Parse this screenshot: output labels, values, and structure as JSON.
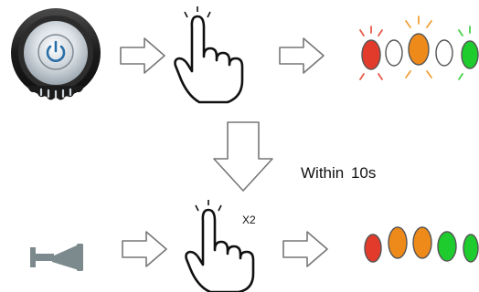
{
  "steps": [
    {
      "row": "top",
      "source_icon": "power-button-icon",
      "gesture_icon": "pointing-hand-icon",
      "gesture_count_text": "",
      "result_icon": "led-indicator-row-icon",
      "led_sequence": [
        "red-lit",
        "off",
        "orange-lit",
        "off",
        "green-lit"
      ]
    },
    {
      "row": "bottom",
      "source_icon": "horn-icon",
      "gesture_icon": "pointing-hand-icon",
      "gesture_count_text": "X2",
      "result_icon": "led-indicator-row-icon",
      "led_sequence": [
        "red",
        "orange",
        "orange",
        "green",
        "green"
      ]
    }
  ],
  "transition": {
    "arrow_icon": "down-arrow-icon",
    "label": "Within  10s"
  },
  "step_arrow_icon": "right-arrow-icon",
  "colors": {
    "led_red": "#e23b2b",
    "led_orange": "#ee8a1a",
    "led_green": "#1ecc2e",
    "led_outline": "#555555",
    "glow_red": "#e85a4a",
    "glow_orange": "#f0a038",
    "glow_green": "#45d24a",
    "power_bezel": "#1d1d1d",
    "power_face": "#c9d2da",
    "power_symbol": "#2a6fa8",
    "horn": "#7d8a8d",
    "arrow_outline": "#777777",
    "hand_outline": "#111111"
  }
}
